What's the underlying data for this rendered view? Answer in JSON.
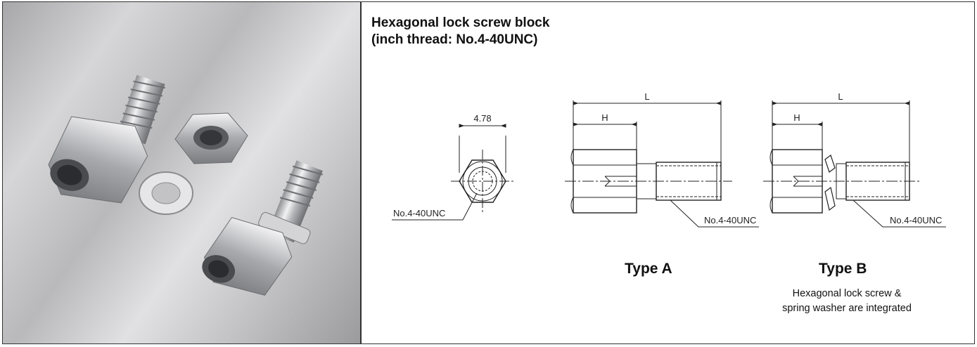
{
  "title": {
    "line1": "Hexagonal lock screw block",
    "line2": "(inch thread: No.4-40UNC)"
  },
  "front_view": {
    "dimension_label": "4.78",
    "thread_callout": "No.4-40UNC"
  },
  "type_a": {
    "label": "Type A",
    "dim_L": "L",
    "dim_H": "H",
    "thread_callout": "No.4-40UNC"
  },
  "type_b": {
    "label": "Type B",
    "dim_L": "L",
    "dim_H": "H",
    "thread_callout": "No.4-40UNC",
    "note_line1": "Hexagonal lock screw &",
    "note_line2": "spring washer are integrated"
  }
}
